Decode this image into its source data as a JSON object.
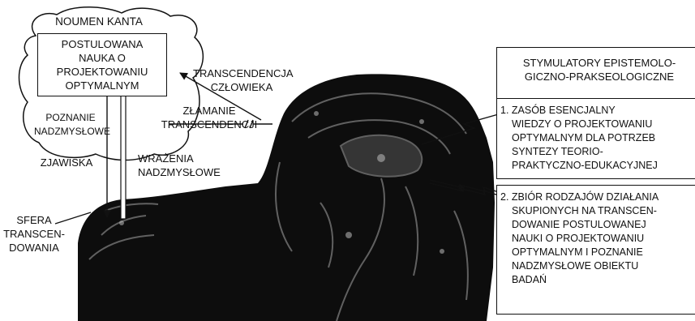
{
  "noumenon": {
    "title": "NOUMEN KANTA",
    "science_box": [
      "POSTULOWANA",
      "NAUKA O",
      "PROJEKTOWANIU",
      "OPTYMALNYM"
    ]
  },
  "labels": {
    "transcendence": [
      "TRANSCENDENCJA",
      "CZŁOWIEKA"
    ],
    "break": [
      "ZŁAMANIE",
      "TRANSCENDENCJI"
    ],
    "cognition": [
      "POZNANIE",
      "NADZMYSŁOWE"
    ],
    "phenomena": "ZJAWISKA",
    "impressions": [
      "WRAŻENIA",
      "NADZMYSŁOWE"
    ],
    "sphere": [
      "SFERA",
      "TRANSCEN-",
      "DOWANIA"
    ]
  },
  "stimulators": {
    "header": [
      "STYMULATORY EPISTEMOLO-",
      "GICZNO-PRAKSEOLOGICZNE"
    ],
    "item1": [
      "1. ZASÓB ESENCJALNY",
      "WIEDZY O PROJEKTOWANIU",
      "OPTYMALNYM DLA POTRZEB",
      "SYNTEZY TEORIO-",
      "PRAKTYCZNO-EDUKACYJNEJ"
    ],
    "item2": [
      "2. ZBIÓR RODZAJÓW DZIAŁANIA",
      "SKUPIONYCH NA TRANSCEN-",
      "DOWANIE POSTULOWANEJ",
      "NAUKI O PROJEKTOWANIU",
      "OPTYMALNYM I POZNANIE",
      "NADZMYSŁOWE OBIEKTU",
      "BADAŃ"
    ]
  }
}
